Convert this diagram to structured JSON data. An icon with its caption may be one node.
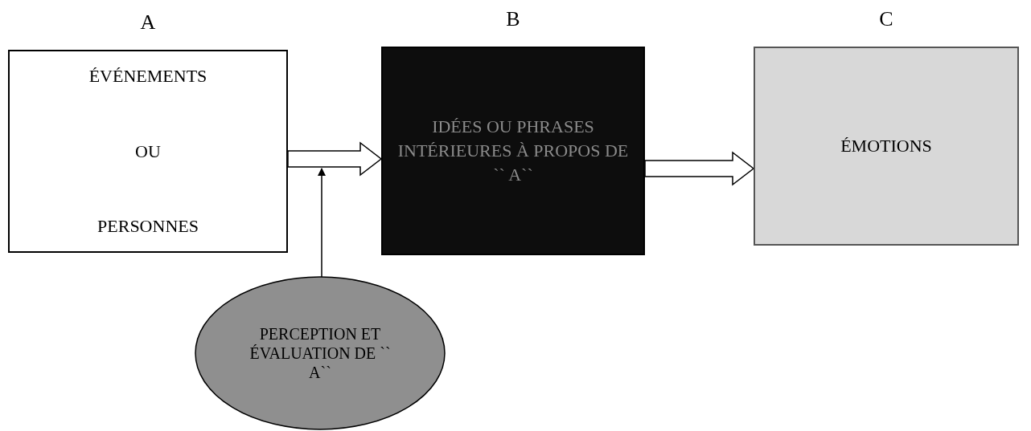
{
  "diagram": {
    "nodes": [
      {
        "text": [
          "A",
          "ÉVÉNEMENTS",
          "OU",
          "PERSONNES"
        ]
      },
      {
        "text": [
          "B",
          "IDÉES OU PHRASES INTÉRIEURES À PROPOS DE `` A``"
        ]
      },
      {
        "text": [
          "C",
          "ÉMOTIONS"
        ]
      },
      {
        "text": [
          "PERCEPTION ET ÉVALUATION DE `` A``"
        ]
      }
    ],
    "edges": [
      {
        "from": 0,
        "to": 1,
        "arrow": "to"
      },
      {
        "from": 1,
        "to": 2,
        "arrow": "to"
      },
      {
        "from": 3,
        "to": null,
        "arrow": "to"
      }
    ]
  }
}
